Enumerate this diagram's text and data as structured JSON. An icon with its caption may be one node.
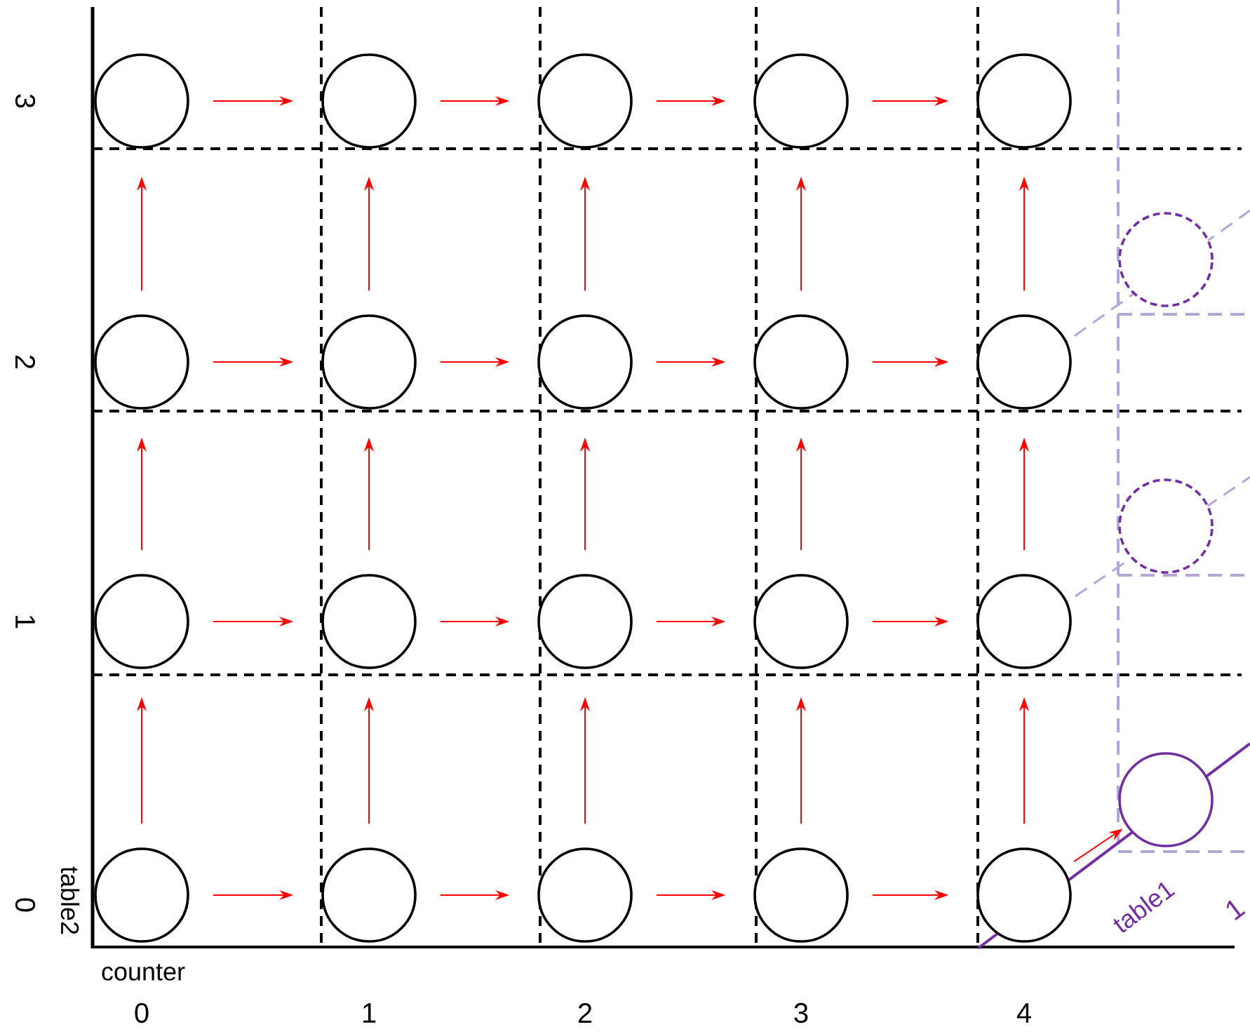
{
  "diagram": {
    "nodes": [
      {
        "text": [],
        "shape": "circle"
      },
      {
        "text": [],
        "shape": "circle"
      },
      {
        "text": [],
        "shape": "circle"
      },
      {
        "text": [],
        "shape": "circle"
      },
      {
        "text": [],
        "shape": "circle"
      },
      {
        "text": [],
        "shape": "circle"
      },
      {
        "text": [],
        "shape": "circle"
      },
      {
        "text": [],
        "shape": "circle"
      },
      {
        "text": [],
        "shape": "circle"
      },
      {
        "text": [],
        "shape": "circle"
      },
      {
        "text": [],
        "shape": "circle"
      },
      {
        "text": [],
        "shape": "circle"
      },
      {
        "text": [],
        "shape": "circle"
      },
      {
        "text": [],
        "shape": "circle"
      },
      {
        "text": [],
        "shape": "circle"
      },
      {
        "text": [],
        "shape": "circle"
      },
      {
        "text": [],
        "shape": "circle"
      },
      {
        "text": [],
        "shape": "circle"
      },
      {
        "text": [],
        "shape": "circle"
      },
      {
        "text": [],
        "shape": "circle"
      },
      {
        "text": [],
        "shape": "circle"
      },
      {
        "text": [],
        "shape": "circle"
      },
      {
        "text": [],
        "shape": "circle"
      }
    ],
    "edges": [
      {
        "from": 0,
        "to": 1,
        "arrow": "to"
      },
      {
        "from": 1,
        "to": 2,
        "arrow": "to"
      },
      {
        "from": 2,
        "to": 3,
        "arrow": "to"
      },
      {
        "from": 3,
        "to": 4,
        "arrow": "to"
      },
      {
        "from": 5,
        "to": 6,
        "arrow": "to"
      },
      {
        "from": 6,
        "to": 7,
        "arrow": "to"
      },
      {
        "from": 7,
        "to": 8,
        "arrow": "to"
      },
      {
        "from": 8,
        "to": 9,
        "arrow": "to"
      },
      {
        "from": 10,
        "to": 11,
        "arrow": "to"
      },
      {
        "from": 11,
        "to": 12,
        "arrow": "to"
      },
      {
        "from": 12,
        "to": 13,
        "arrow": "to"
      },
      {
        "from": 13,
        "to": 14,
        "arrow": "to"
      },
      {
        "from": 15,
        "to": 16,
        "arrow": "to"
      },
      {
        "from": 16,
        "to": 17,
        "arrow": "to"
      },
      {
        "from": 17,
        "to": 18,
        "arrow": "to"
      },
      {
        "from": 18,
        "to": 19,
        "arrow": "to"
      },
      {
        "from": 5,
        "to": 0,
        "arrow": "to"
      },
      {
        "from": 6,
        "to": 1,
        "arrow": "to"
      },
      {
        "from": 7,
        "to": 2,
        "arrow": "to"
      },
      {
        "from": 8,
        "to": 3,
        "arrow": "to"
      },
      {
        "from": 9,
        "to": 4,
        "arrow": "to"
      },
      {
        "from": 10,
        "to": 5,
        "arrow": "to"
      },
      {
        "from": 11,
        "to": 6,
        "arrow": "to"
      },
      {
        "from": 12,
        "to": 7,
        "arrow": "to"
      },
      {
        "from": 13,
        "to": 8,
        "arrow": "to"
      },
      {
        "from": 14,
        "to": 9,
        "arrow": "to"
      },
      {
        "from": 15,
        "to": 10,
        "arrow": "to"
      },
      {
        "from": 16,
        "to": 11,
        "arrow": "to"
      },
      {
        "from": 17,
        "to": 12,
        "arrow": "to"
      },
      {
        "from": 18,
        "to": 13,
        "arrow": "to"
      },
      {
        "from": 19,
        "to": 14,
        "arrow": "to"
      },
      {
        "from": 19,
        "to": 22,
        "arrow": "to"
      }
    ],
    "labels": [
      "3",
      "2",
      "1",
      "table2",
      "0",
      "counter",
      "0",
      "1",
      "2",
      "3",
      "4",
      "table1",
      "1"
    ]
  }
}
